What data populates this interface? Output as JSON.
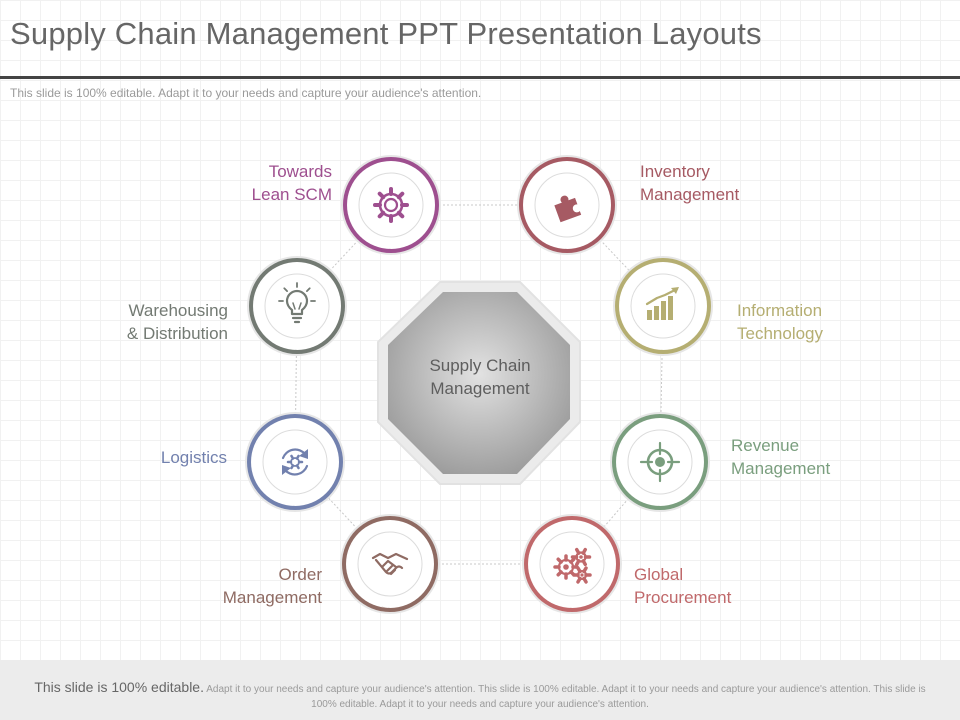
{
  "slide": {
    "title": "Supply Chain Management PPT Presentation Layouts",
    "subtitle": "This slide is 100% editable. Adapt it to your needs and capture your audience's attention.",
    "center_label": "Supply Chain\nManagement",
    "footer_lead": "This slide is 100% editable.",
    "footer_text": " Adapt it to your needs and capture your audience's attention. This slide is 100% editable. Adapt it to your needs and capture your audience's attention. This slide is 100% editable. Adapt it to your needs and capture your audience's attention."
  },
  "nodes": [
    {
      "label": "Towards\nLean SCM",
      "icon": "gear-icon",
      "color": "#9e4f8f"
    },
    {
      "label": "Inventory\nManagement",
      "icon": "puzzle-icon",
      "color": "#a65a63"
    },
    {
      "label": "Information\nTechnology",
      "icon": "growth-chart-icon",
      "color": "#b5ae72"
    },
    {
      "label": "Revenue\nManagement",
      "icon": "target-icon",
      "color": "#7a9e7e"
    },
    {
      "label": "Global\nProcurement",
      "icon": "gears-icon",
      "color": "#c0696b"
    },
    {
      "label": "Order\nManagement",
      "icon": "handshake-icon",
      "color": "#8f6b63"
    },
    {
      "label": "Logistics",
      "icon": "refresh-gear-icon",
      "color": "#7281ae"
    },
    {
      "label": "Warehousing\n& Distribution",
      "icon": "lightbulb-icon",
      "color": "#737a73"
    }
  ]
}
